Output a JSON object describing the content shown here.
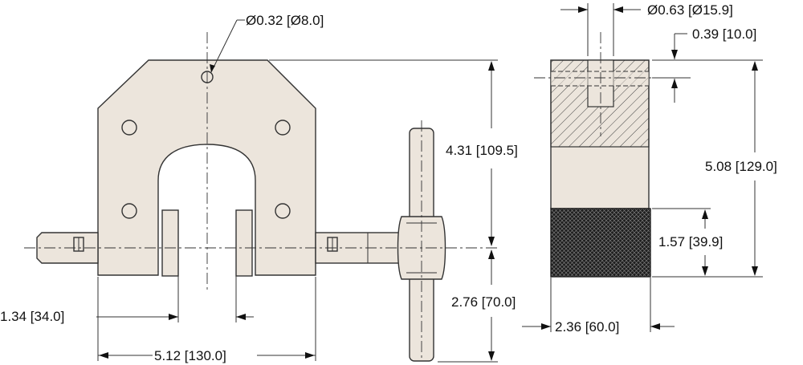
{
  "dimensions": {
    "hole_dia": "Ø0.32 [Ø8.0]",
    "pin_dia": "Ø0.63 [Ø15.9]",
    "slot_depth": "0.39 [10.0]",
    "upper_height": "4.31 [109.5]",
    "lower_height": "2.76 [70.0]",
    "total_height": "5.08 [129.0]",
    "knurl_height": "1.57 [39.9]",
    "jaw_gap": "1.34 [34.0]",
    "body_width": "5.12 [130.0]",
    "side_width": "2.36 [60.0]"
  },
  "colors": {
    "part_fill": "#ece5dc",
    "line": "#333333",
    "knurl": "#2a2a2a"
  }
}
